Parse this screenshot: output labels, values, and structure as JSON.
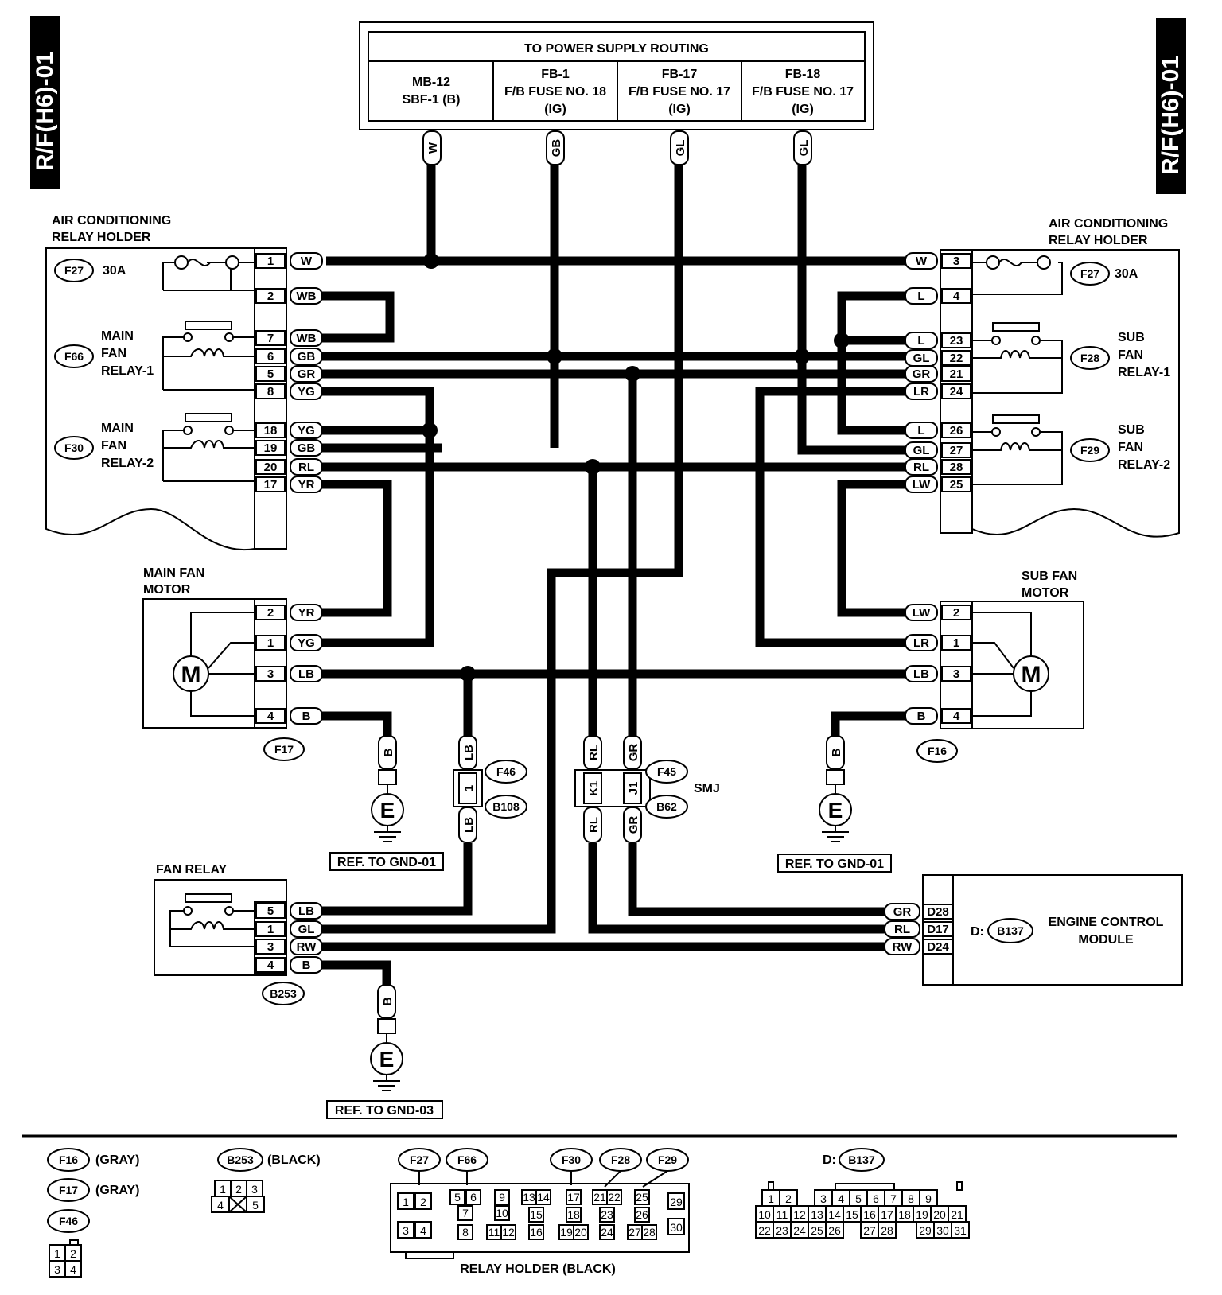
{
  "side_tab": "R/F(H6)-01",
  "power": {
    "title": "TO POWER SUPPLY ROUTING",
    "cols": [
      {
        "l1": "MB-12",
        "l2": "SBF-1 (B)",
        "l3": ""
      },
      {
        "l1": "FB-1",
        "l2": "F/B FUSE NO. 18",
        "l3": "(IG)"
      },
      {
        "l1": "FB-17",
        "l2": "F/B FUSE NO. 17",
        "l3": "(IG)"
      },
      {
        "l1": "FB-18",
        "l2": "F/B FUSE NO. 17",
        "l3": "(IG)"
      }
    ],
    "wires": [
      "W",
      "GB",
      "GL",
      "GL"
    ]
  },
  "left_holder": {
    "title1": "AIR CONDITIONING",
    "title2": "RELAY HOLDER",
    "fuse_id": "F27",
    "fuse_rating": "30A",
    "relay1": {
      "id": "F66",
      "l1": "MAIN",
      "l2": "FAN",
      "l3": "RELAY-1"
    },
    "relay2": {
      "id": "F30",
      "l1": "MAIN",
      "l2": "FAN",
      "l3": "RELAY-2"
    },
    "pins": [
      {
        "n": "1",
        "c": "W"
      },
      {
        "n": "2",
        "c": "WB"
      },
      {
        "n": "7",
        "c": "WB"
      },
      {
        "n": "6",
        "c": "GB"
      },
      {
        "n": "5",
        "c": "GR"
      },
      {
        "n": "8",
        "c": "YG"
      },
      {
        "n": "18",
        "c": "YG"
      },
      {
        "n": "19",
        "c": "GB"
      },
      {
        "n": "20",
        "c": "RL"
      },
      {
        "n": "17",
        "c": "YR"
      }
    ]
  },
  "right_holder": {
    "title1": "AIR CONDITIONING",
    "title2": "RELAY HOLDER",
    "fuse_id": "F27",
    "fuse_rating": "30A",
    "relay1": {
      "id": "F28",
      "l1": "SUB",
      "l2": "FAN",
      "l3": "RELAY-1"
    },
    "relay2": {
      "id": "F29",
      "l1": "SUB",
      "l2": "FAN",
      "l3": "RELAY-2"
    },
    "pins": [
      {
        "n": "3",
        "c": "W"
      },
      {
        "n": "4",
        "c": "L"
      },
      {
        "n": "23",
        "c": "L"
      },
      {
        "n": "22",
        "c": "GL"
      },
      {
        "n": "21",
        "c": "GR"
      },
      {
        "n": "24",
        "c": "LR"
      },
      {
        "n": "26",
        "c": "L"
      },
      {
        "n": "27",
        "c": "GL"
      },
      {
        "n": "28",
        "c": "RL"
      },
      {
        "n": "25",
        "c": "LW"
      }
    ]
  },
  "main_motor": {
    "title1": "MAIN FAN",
    "title2": "MOTOR",
    "symbol": "M",
    "conn": "F17",
    "pins": [
      {
        "n": "2",
        "c": "YR"
      },
      {
        "n": "1",
        "c": "YG"
      },
      {
        "n": "3",
        "c": "LB"
      },
      {
        "n": "4",
        "c": "B"
      }
    ]
  },
  "sub_motor": {
    "title1": "SUB FAN",
    "title2": "MOTOR",
    "symbol": "M",
    "conn": "F16",
    "pins": [
      {
        "n": "2",
        "c": "LW"
      },
      {
        "n": "1",
        "c": "LR"
      },
      {
        "n": "3",
        "c": "LB"
      },
      {
        "n": "4",
        "c": "B"
      }
    ]
  },
  "ground_left": {
    "wire": "B",
    "symbol": "E",
    "ref": "REF. TO GND-01"
  },
  "ground_right": {
    "wire": "B",
    "symbol": "E",
    "ref": "REF. TO GND-01"
  },
  "ground_fan": {
    "wire": "B",
    "symbol": "E",
    "ref": "REF. TO GND-03"
  },
  "joint_b108": {
    "top_wire": "LB",
    "pin": "1",
    "bottom_wire": "LB",
    "conn1": "F46",
    "conn2": "B108"
  },
  "smj": {
    "name": "SMJ",
    "conn1": "F45",
    "conn2": "B62",
    "left": {
      "top": "RL",
      "pin": "K1",
      "bottom": "RL"
    },
    "right": {
      "top": "GR",
      "pin": "J1",
      "bottom": "GR"
    }
  },
  "fan_relay": {
    "title": "FAN RELAY",
    "conn": "B253",
    "pins": [
      {
        "n": "5",
        "c": "LB"
      },
      {
        "n": "1",
        "c": "GL"
      },
      {
        "n": "3",
        "c": "RW"
      },
      {
        "n": "4",
        "c": "B"
      }
    ]
  },
  "ecm": {
    "prefix": "D:",
    "conn": "B137",
    "name1": "ENGINE CONTROL",
    "name2": "MODULE",
    "pins": [
      {
        "n": "D28",
        "c": "GR"
      },
      {
        "n": "D17",
        "c": "RL"
      },
      {
        "n": "D24",
        "c": "RW"
      }
    ]
  },
  "legend": {
    "f16": {
      "id": "F16",
      "color": "(GRAY)"
    },
    "f17": {
      "id": "F17",
      "color": "(GRAY)"
    },
    "f46": {
      "id": "F46"
    },
    "b253": {
      "id": "B253",
      "color": "(BLACK)"
    },
    "relay_holder": {
      "ids": [
        "F27",
        "F66",
        "F30",
        "F28",
        "F29"
      ],
      "caption": "RELAY HOLDER (BLACK)"
    },
    "b137": {
      "prefix": "D:",
      "id": "B137"
    },
    "grid_f46": [
      "1",
      "2",
      "3",
      "4"
    ],
    "grid_b253": [
      "1",
      "2",
      "3",
      "4",
      "5"
    ],
    "grid_relay": [
      "1",
      "2",
      "3",
      "4",
      "5",
      "6",
      "7",
      "8",
      "9",
      "10",
      "11",
      "12",
      "13",
      "14",
      "15",
      "16",
      "17",
      "18",
      "19",
      "20",
      "21",
      "22",
      "23",
      "24",
      "25",
      "26",
      "27",
      "28",
      "29",
      "30"
    ],
    "grid_b137": [
      "1",
      "2",
      "3",
      "4",
      "5",
      "6",
      "7",
      "8",
      "9",
      "10",
      "11",
      "12",
      "13",
      "14",
      "15",
      "16",
      "17",
      "18",
      "19",
      "20",
      "21",
      "22",
      "23",
      "24",
      "25",
      "26",
      "27",
      "28",
      "29",
      "30",
      "31"
    ]
  }
}
